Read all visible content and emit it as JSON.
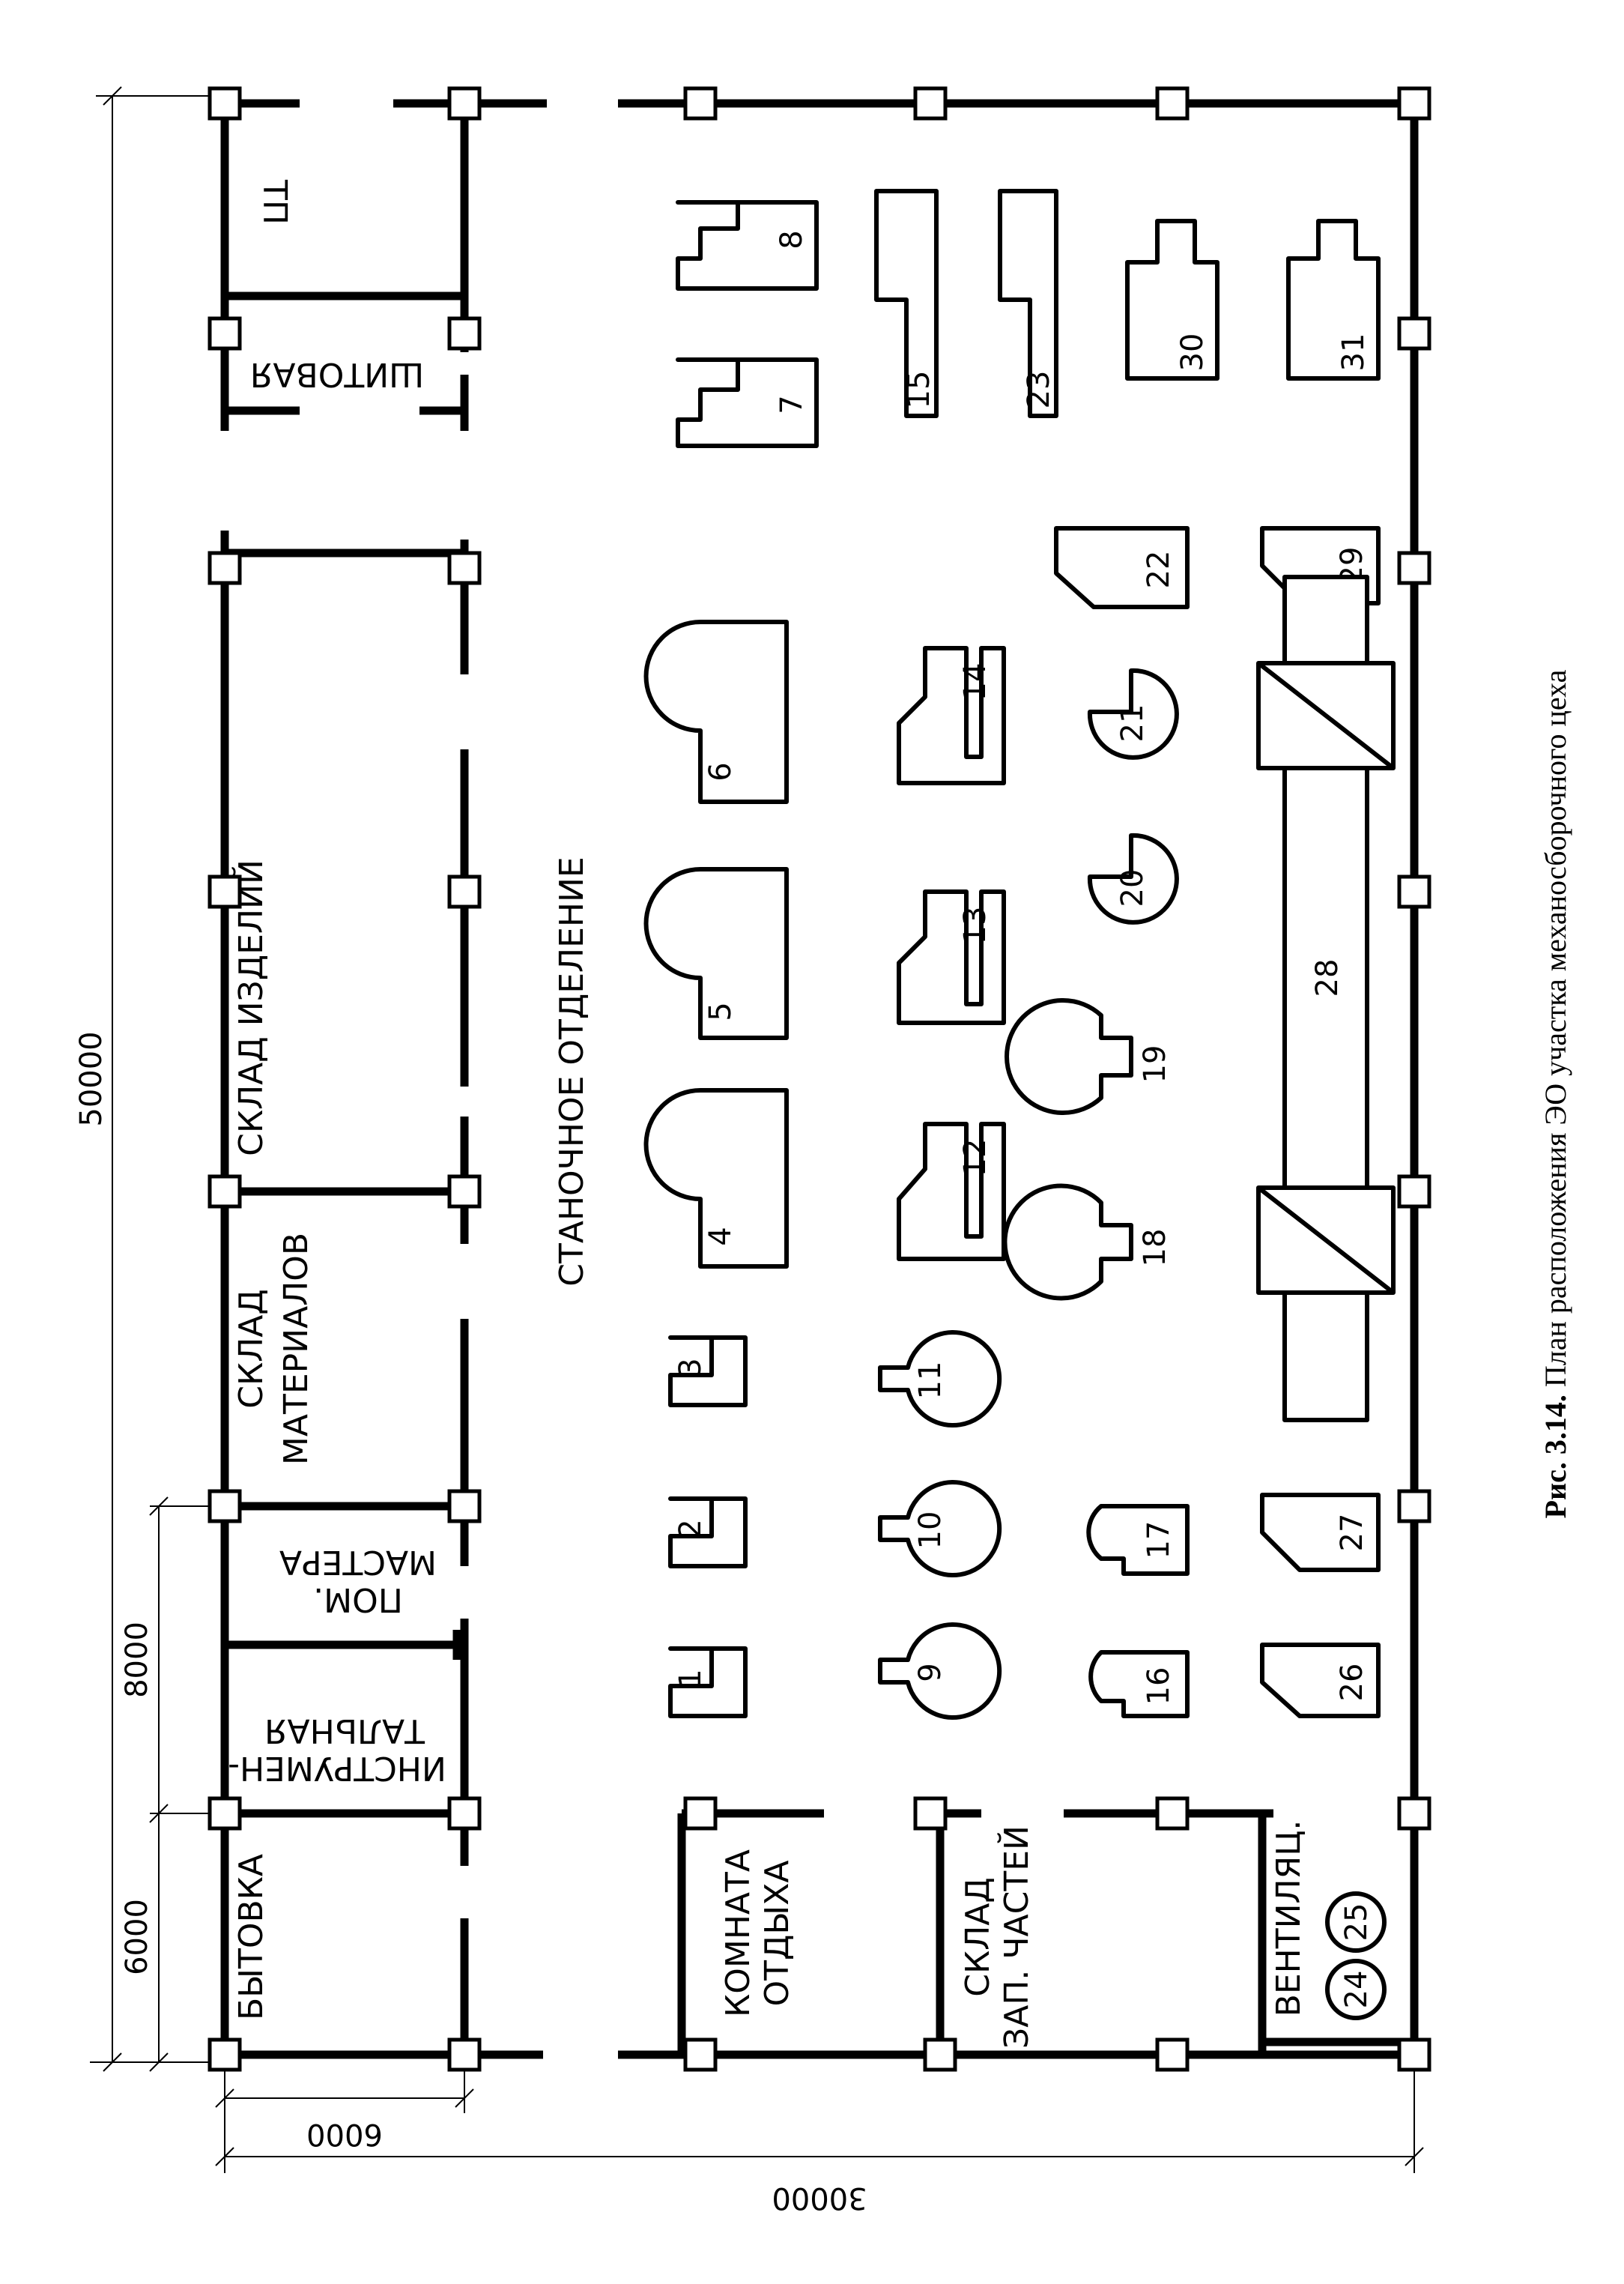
{
  "caption": {
    "prefix": "Рис. 3.14.",
    "text": " План расположения ЭО участка механосборочного цеха"
  },
  "dimensions": {
    "total_length": "50000",
    "total_width": "30000",
    "segment_a": "6000",
    "segment_b": "8000",
    "room_depth": "6000"
  },
  "rooms": {
    "tp": "ТП",
    "switchboard": "ШИТОВАЯ",
    "product_store": "СКЛАД ИЗДЕЛИЙ",
    "material_store_1": "СКЛАД",
    "material_store_2": "МАТЕРИАЛОВ",
    "foreman_1": "ПОМ.",
    "foreman_2": "МАСТЕРА",
    "tool_1": "ИНСТРУМЕН-",
    "tool_2": "ТАЛЬНАЯ",
    "household": "БЫТОВКА",
    "machine_dept": "СТАНОЧНОЕ ОТДЕЛЕНИЕ",
    "rest_1": "КОМНАТА",
    "rest_2": "ОТДЫХА",
    "parts_1": "СКЛАД",
    "parts_2": "ЗАП. ЧАСТЕЙ",
    "vent": "ВЕНТИЛЯЦ."
  },
  "machines": {
    "m1": "1",
    "m2": "2",
    "m3": "3",
    "m4": "4",
    "m5": "5",
    "m6": "6",
    "m7": "7",
    "m8": "8",
    "m9": "9",
    "m10": "10",
    "m11": "11",
    "m12": "12",
    "m13": "13",
    "m14": "14",
    "m15": "15",
    "m16": "16",
    "m17": "17",
    "m18": "18",
    "m19": "19",
    "m20": "20",
    "m21": "21",
    "m22": "22",
    "m23": "23",
    "m24": "24",
    "m25": "25",
    "m26": "26",
    "m27": "27",
    "m28": "28",
    "m29": "29",
    "m30": "30",
    "m31": "31"
  }
}
